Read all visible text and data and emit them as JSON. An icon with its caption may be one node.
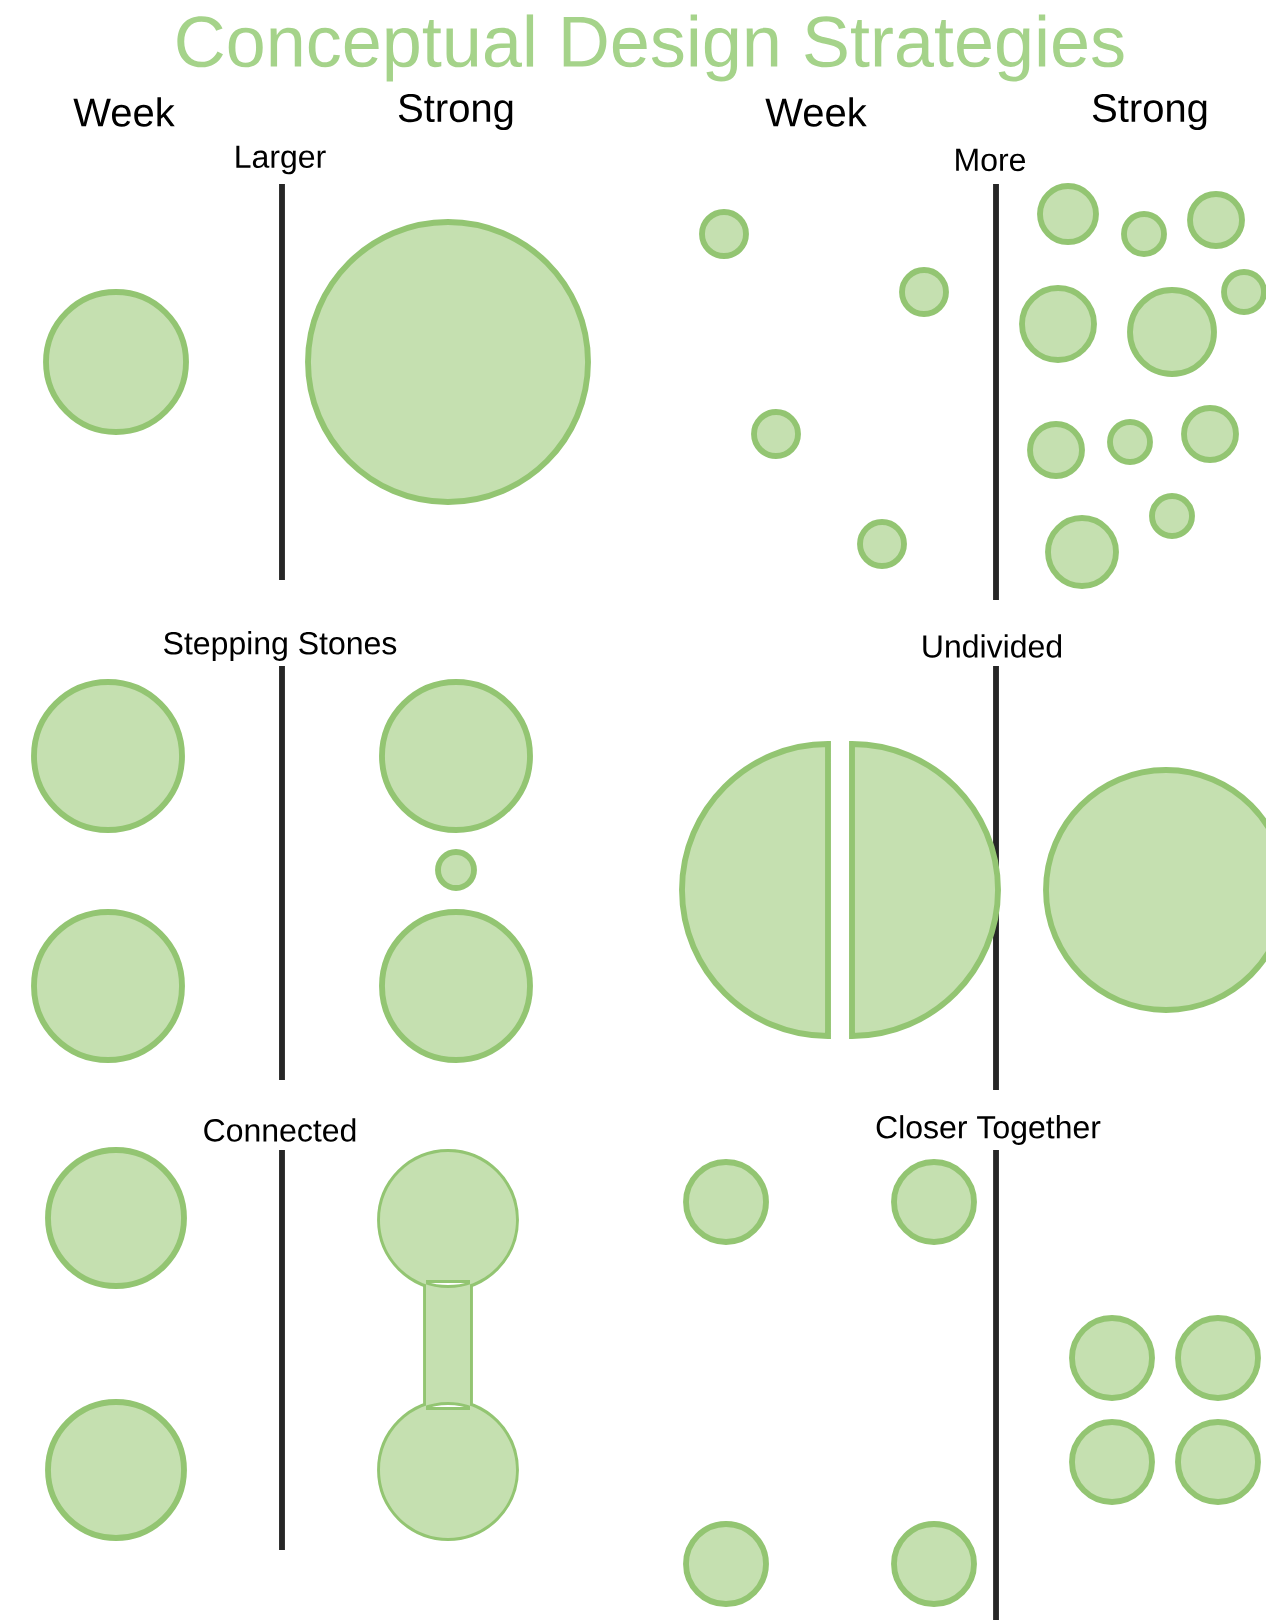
{
  "diagram": {
    "title": "Conceptual Design Strategies",
    "labels": [
      "Week",
      "Strong",
      "Week",
      "Strong",
      "Larger",
      "More",
      "Stepping Stones",
      "Undivided",
      "Connected",
      "Closer Together"
    ]
  }
}
